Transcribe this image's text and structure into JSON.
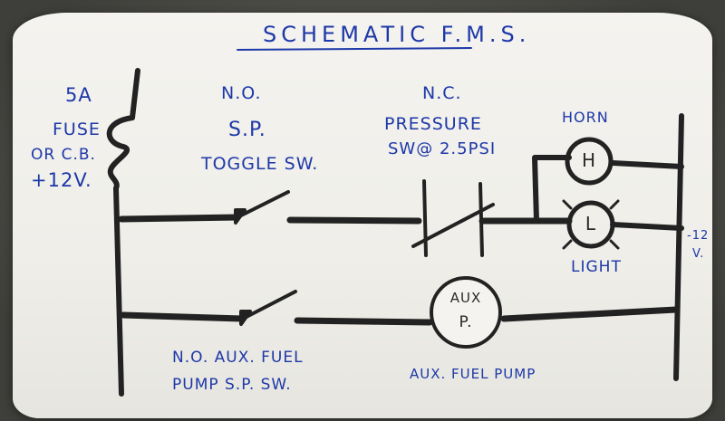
{
  "title": "SCHEMATIC F.M.S.",
  "fuse": {
    "line1": "5A",
    "line2": "FUSE",
    "line3": "OR C.B.",
    "line4": "+12V."
  },
  "toggle": {
    "line1": "N.O.",
    "line2": "S.P.",
    "line3": "TOGGLE SW."
  },
  "pressure": {
    "line1": "N.C.",
    "line2": "PRESSURE",
    "line3": "SW@ 2.5PSI"
  },
  "horn": {
    "label": "HORN",
    "symbol": "H"
  },
  "light": {
    "label": "LIGHT",
    "symbol": "L"
  },
  "ground": {
    "line1": "-12",
    "line2": "V."
  },
  "aux_switch": {
    "line1": "N.O. AUX. FUEL",
    "line2": "PUMP S.P. SW."
  },
  "aux_pump": {
    "symbol_line1": "AUX",
    "symbol_line2": "P.",
    "label": "AUX. FUEL PUMP"
  },
  "colors": {
    "ink": "#1d38a8",
    "marker": "#222222",
    "card": "#f2f1ec"
  }
}
